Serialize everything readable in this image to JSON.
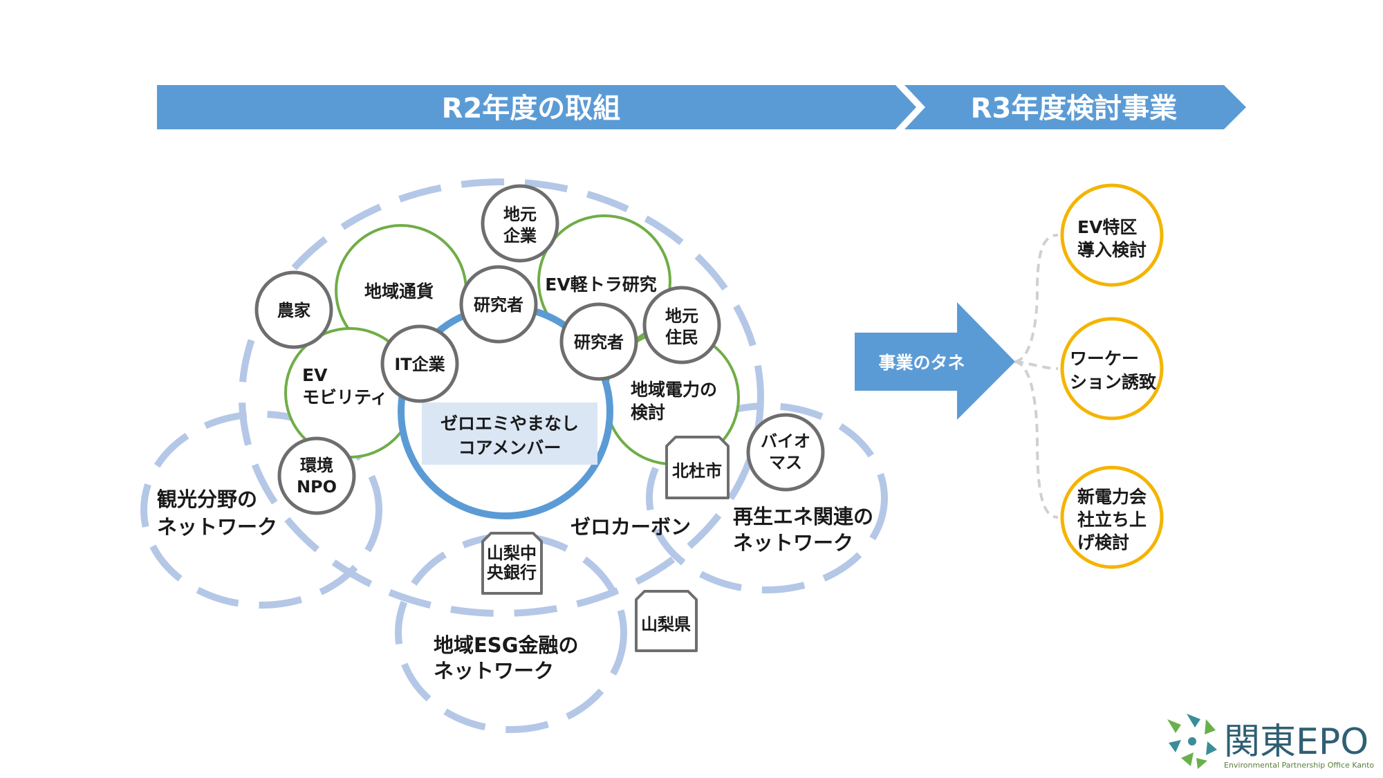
{
  "banner": {
    "left_label": "R2年度の取組",
    "right_label": "R3年度検討事業"
  },
  "core": {
    "lines": [
      "ゼロエミやまなし",
      "コアメンバー"
    ]
  },
  "green_groups": {
    "regional_currency": [
      "地域通貨"
    ],
    "ev_light_truck": [
      "EV軽トラ研究"
    ],
    "ev_mobility": [
      "EV",
      "モビリティ"
    ],
    "regional_power": [
      "地域電力の",
      "検討"
    ]
  },
  "gray_members": {
    "local_company": [
      "地元",
      "企業"
    ],
    "farmer": [
      "農家"
    ],
    "researcher_1": [
      "研究者"
    ],
    "researcher_2": [
      "研究者"
    ],
    "local_residents": [
      "地元",
      "住民"
    ],
    "it_company": [
      "IT企業"
    ],
    "environment_npo": [
      "環境",
      "NPO"
    ],
    "biomass": [
      "バイオ",
      "マス"
    ]
  },
  "institutions": {
    "hokuto_city": [
      "北杜市"
    ],
    "yamanashi_chuo_bank": [
      "山梨中",
      "央銀行"
    ],
    "yamanashi_prefecture": [
      "山梨県"
    ]
  },
  "networks": {
    "tourism": [
      "観光分野の",
      "ネットワーク"
    ],
    "renewable": [
      "再生エネ関連の",
      "ネットワーク"
    ],
    "esg_finance": [
      "地域ESG金融の",
      "ネットワーク"
    ],
    "zero_carbon": "ゼロカーボン"
  },
  "arrow": {
    "label": "事業のタネ"
  },
  "outcomes": {
    "ev_special_zone": [
      "EV特区",
      "導入検討"
    ],
    "workation": [
      "ワーケー",
      "ション誘致"
    ],
    "new_power_company": [
      "新電力会",
      "社立ち上",
      "げ検討"
    ]
  },
  "logo": {
    "title": "関東EPO",
    "subtitle": "Environmental Partnership Office Kanto"
  },
  "colors": {
    "banner_blue": "#5b9bd5",
    "dashed_network": "#b4c7e7",
    "core_ring": "#5b9bd5",
    "core_fill": "#dae6f4",
    "green_ring": "#70ad47",
    "gray_ring": "#6e6e6e",
    "yellow_ring": "#f4b400",
    "connector": "#d0d0d0"
  }
}
